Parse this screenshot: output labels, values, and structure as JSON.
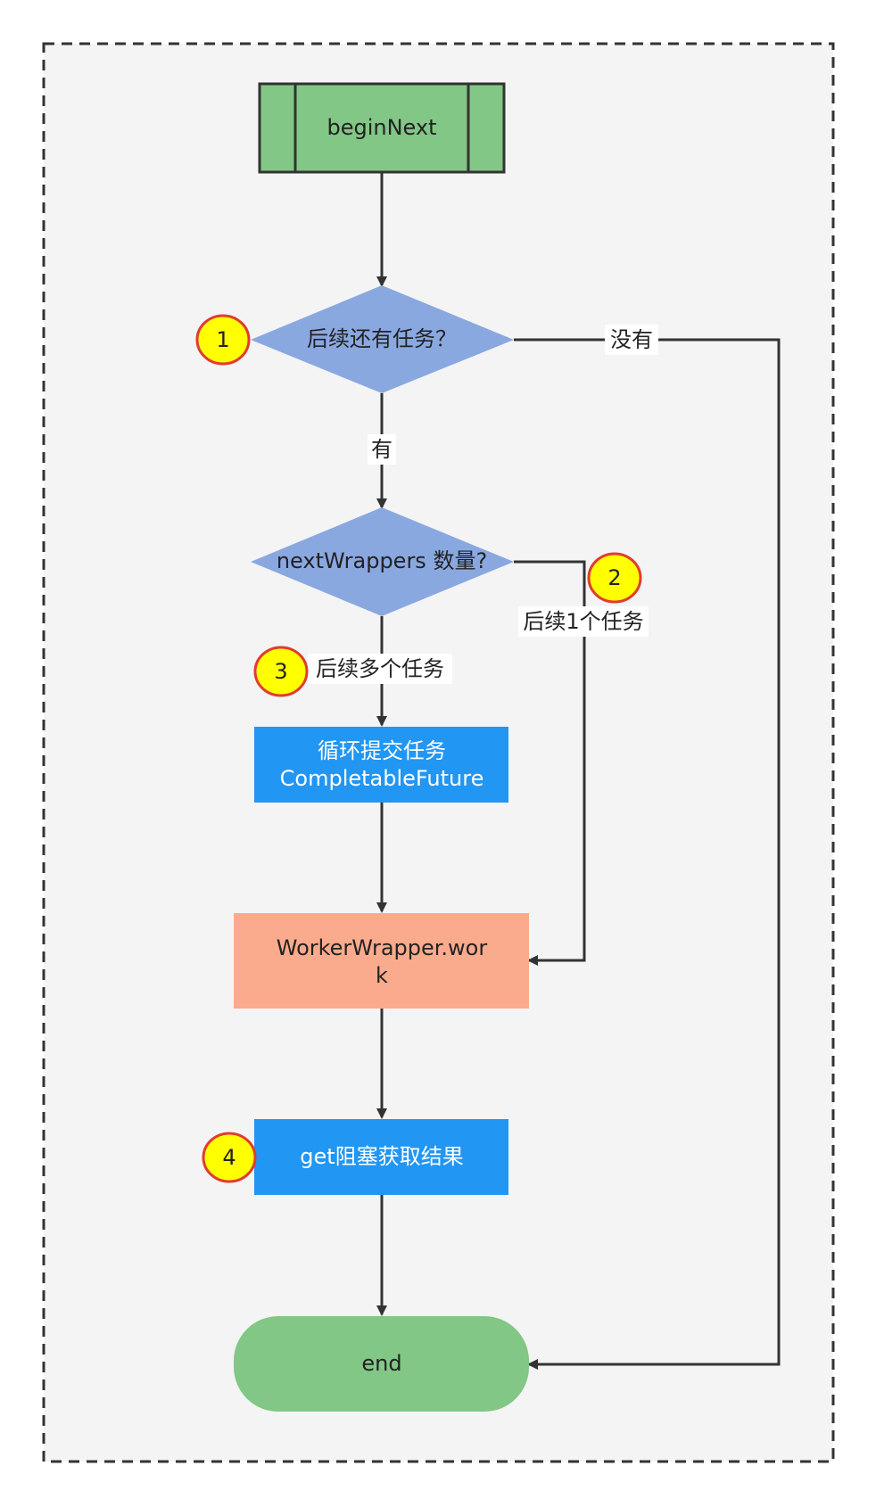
{
  "colors": {
    "container_fill": "#f4f4f4",
    "container_border": "#333333",
    "begin_fill": "#82c785",
    "decision_fill": "#8aa8e0",
    "process_blue": "#2196f3",
    "process_salmon": "#fbab8d",
    "end_fill": "#82c785",
    "badge_fill": "#ffff00",
    "badge_border": "#e03c31",
    "line": "#333333"
  },
  "nodes": {
    "begin": "beginNext",
    "decision_more_tasks": "后续还有任务？",
    "decision_next_wrappers": "nextWrappers 数量?",
    "submit_loop_line1": "循环提交任务",
    "submit_loop_line2": "CompletableFuture",
    "worker_work_line1": "WorkerWrapper.wor",
    "worker_work_line2": "k",
    "get_result": "get阻塞获取结果",
    "end": "end"
  },
  "edges": {
    "no": "没有",
    "yes": "有",
    "one_task": "后续1个任务",
    "many_tasks": "后续多个任务"
  },
  "badges": [
    "1",
    "2",
    "3",
    "4"
  ]
}
